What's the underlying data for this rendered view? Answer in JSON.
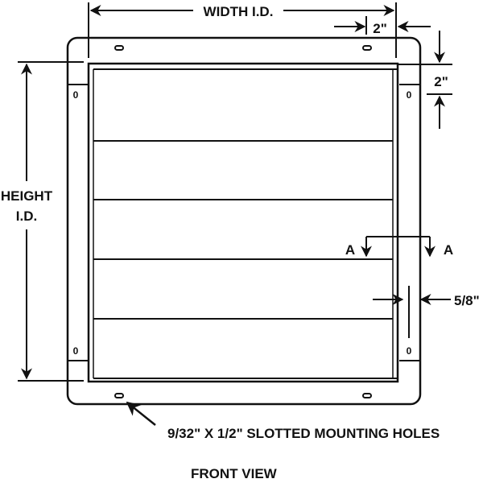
{
  "diagram": {
    "view_title": "FRONT VIEW",
    "dimensions": {
      "width": "WIDTH I.D.",
      "height_line1": "HEIGHT",
      "height_line2": "I.D.",
      "flange_top": "2\"",
      "flange_side": "2\"",
      "depth": "5/8\""
    },
    "section_marker": {
      "left": "A",
      "right": "A"
    },
    "callout": "9/32\" X 1/2\" SLOTTED MOUNTING HOLES",
    "hinge_marks": [
      "0",
      "0",
      "0",
      "0"
    ],
    "louver_slat_count": 5,
    "colors": {
      "line": "#111111",
      "background": "#ffffff"
    }
  }
}
